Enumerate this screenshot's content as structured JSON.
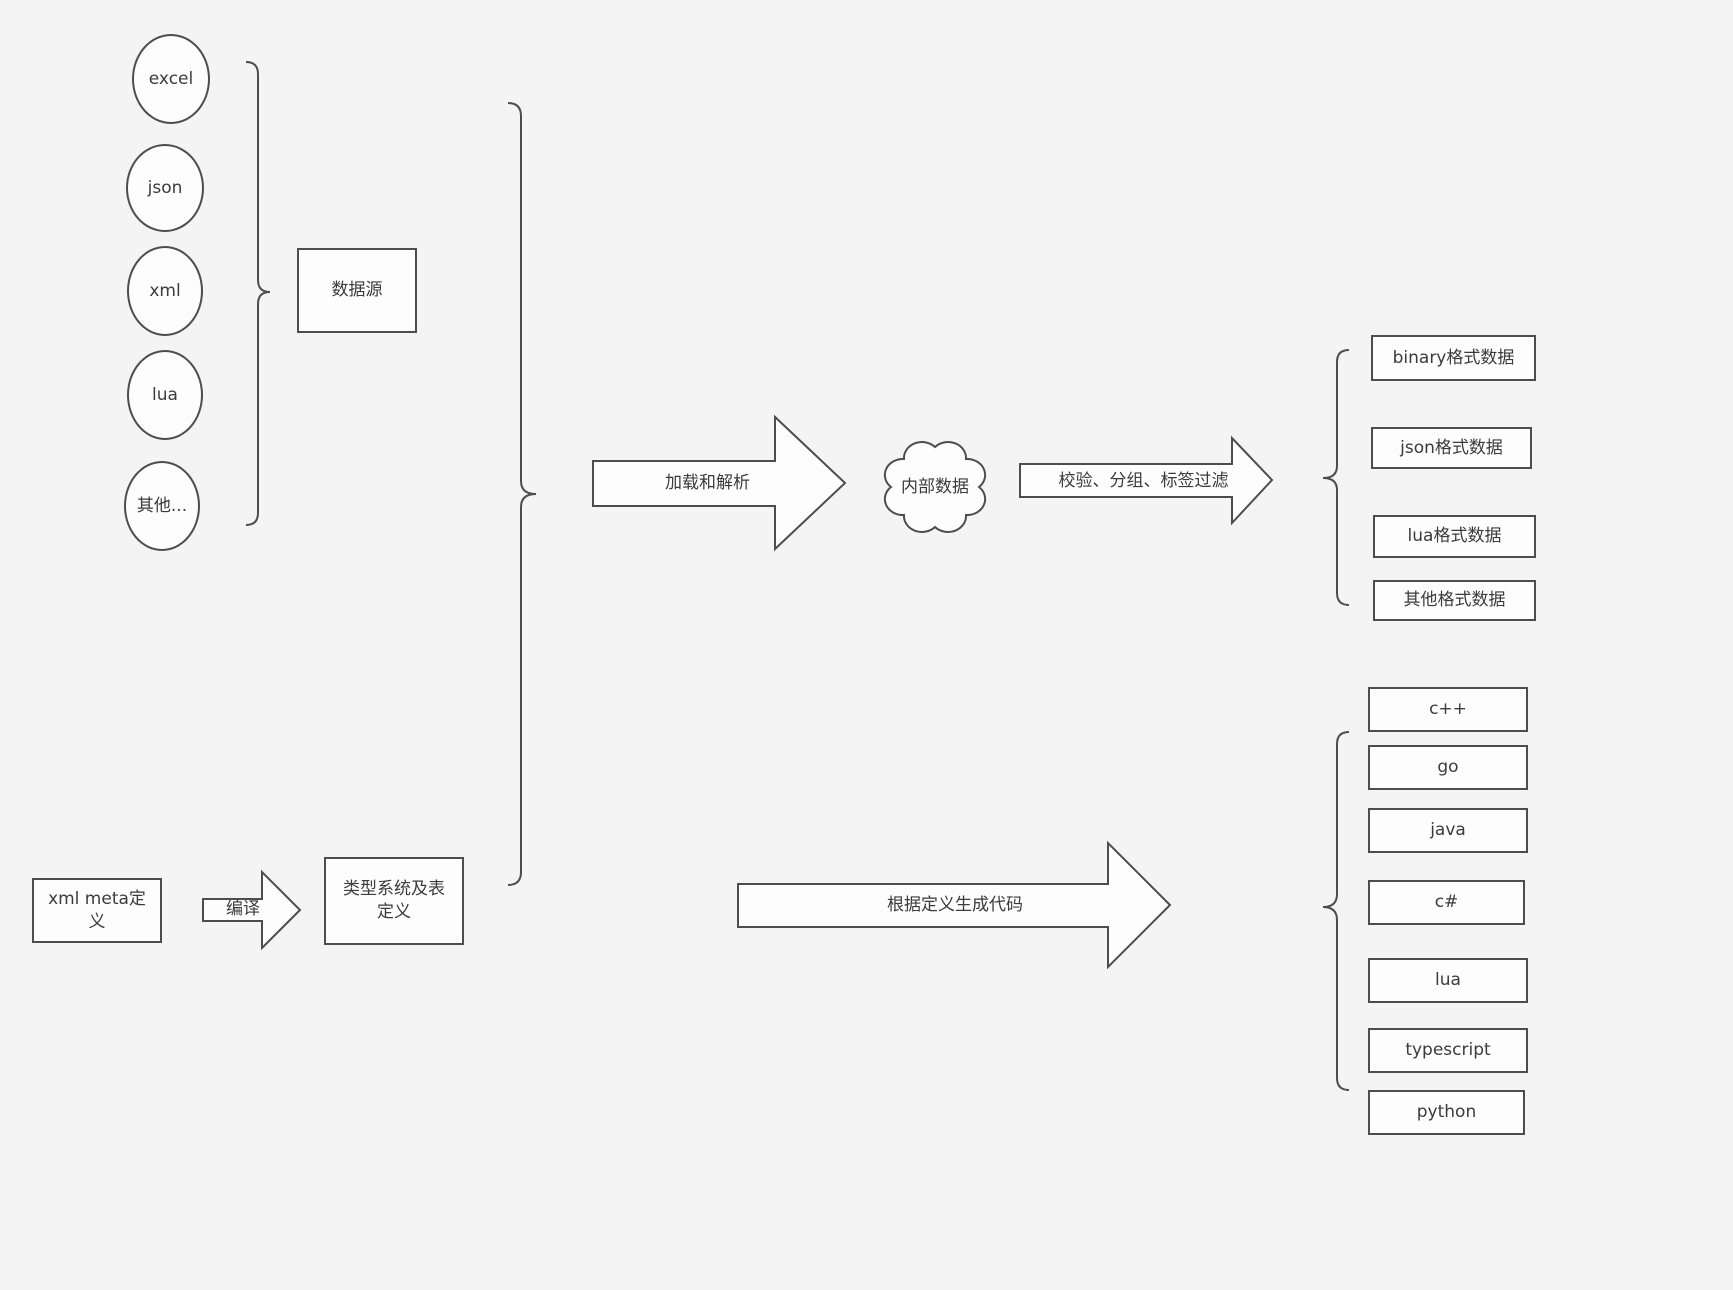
{
  "diagram": {
    "sources": {
      "items": [
        "excel",
        "json",
        "xml",
        "lua",
        "其他..."
      ],
      "group_label": "数据源"
    },
    "pipeline": {
      "load_arrow": "加载和解析",
      "cloud": "内部数据",
      "filter_arrow": "校验、分组、标签过滤"
    },
    "outputs": [
      "binary格式数据",
      "json格式数据",
      "lua格式数据",
      "其他格式数据"
    ],
    "definition": {
      "xml_meta": "xml meta定义",
      "compile_arrow": "编译",
      "type_system": "类型系统及表定义",
      "codegen_arrow": "根据定义生成代码"
    },
    "languages": [
      "c++",
      "go",
      "java",
      "c#",
      "lua",
      "typescript",
      "python"
    ]
  },
  "colors": {
    "background": "#f4f4f5",
    "shape_fill": "#fdfdfd",
    "stroke": "#4d4d4d",
    "text": "#3b3b3b"
  }
}
